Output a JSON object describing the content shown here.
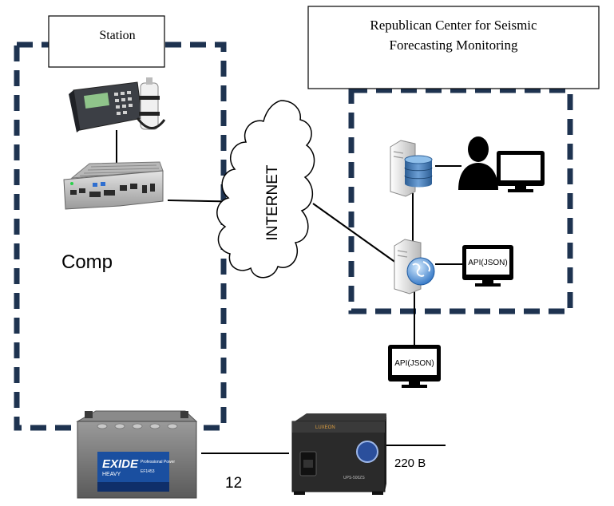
{
  "station": {
    "title": "Station"
  },
  "center": {
    "title_line1": "Republican Center for Seismic",
    "title_line2": "Forecasting Monitoring"
  },
  "internet": {
    "label": "INTERNET"
  },
  "computer": {
    "label": "Comp"
  },
  "api_monitor_inner": {
    "label": "API(JSON)"
  },
  "api_monitor_outer": {
    "label": "API(JSON)"
  },
  "battery": {
    "brand": "EXIDE",
    "line": "HEAVY",
    "model": "EF1453",
    "tagline": "Professional Power"
  },
  "ups": {
    "brand": "LUXEON",
    "model": "UPS-500ZS"
  },
  "power": {
    "battery_voltage": "12",
    "mains_voltage": "220 В"
  },
  "colors": {
    "dashed_border": "#1e3350",
    "line": "#000000",
    "battery_label": "#1a4fa0",
    "ups_body": "#2a2a2a"
  }
}
